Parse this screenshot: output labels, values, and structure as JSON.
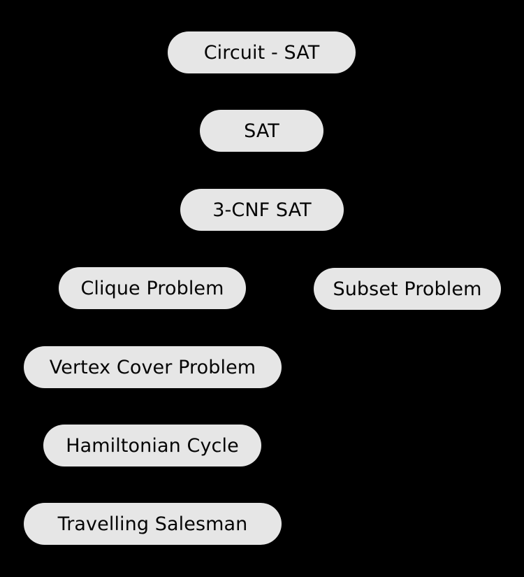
{
  "diagram": {
    "background_color": "#000000",
    "node_fill_color": "#e6e6e6",
    "node_text_color": "#050505",
    "nodes": [
      {
        "id": "circuit-sat",
        "label": "Circuit - SAT"
      },
      {
        "id": "sat",
        "label": "SAT"
      },
      {
        "id": "3cnf-sat",
        "label": "3-CNF SAT"
      },
      {
        "id": "clique",
        "label": "Clique Problem"
      },
      {
        "id": "subset",
        "label": "Subset Problem"
      },
      {
        "id": "vertex-cover",
        "label": "Vertex Cover Problem"
      },
      {
        "id": "hamiltonian",
        "label": "Hamiltonian Cycle"
      },
      {
        "id": "travelling",
        "label": "Travelling Salesman"
      }
    ]
  }
}
